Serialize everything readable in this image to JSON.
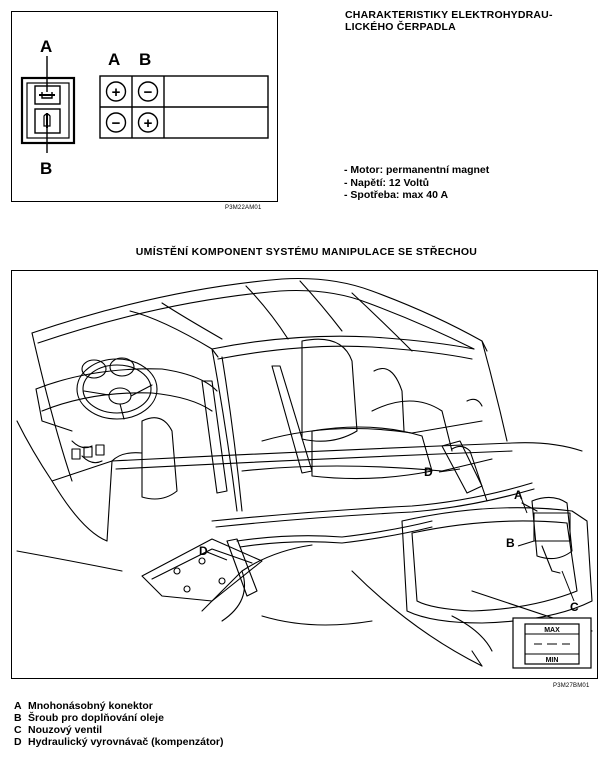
{
  "connector": {
    "label_a": "A",
    "label_b": "B",
    "col_a": "A",
    "col_b": "B",
    "row1": [
      "+",
      "−"
    ],
    "row2": [
      "−",
      "+"
    ],
    "code": "P3M22AM01"
  },
  "pump": {
    "title": "CHARAKTERISTIKY  ELEKTROHYDRAU-LICKÉHO ČERPADLA",
    "title_line1": "CHARAKTERISTIKY  ELEKTROHYDRAU-",
    "title_line2": "LICKÉHO ČERPADLA",
    "specs": [
      "- Motor: permanentní magnet",
      "- Napětí: 12 Voltů",
      "- Spotřeba: max 40 A"
    ]
  },
  "section_title": "UMÍSTĚNÍ KOMPONENT SYSTÉMU MANIPULACE SE STŘECHOU",
  "diagram": {
    "callouts": [
      "D",
      "A",
      "B",
      "C",
      "D"
    ],
    "reservoir": {
      "max": "MAX",
      "min": "MIN"
    },
    "code": "P3M27BM01"
  },
  "legend": [
    {
      "key": "A",
      "text": "Mnohonásobný konektor"
    },
    {
      "key": "B",
      "text": "Šroub pro doplňování oleje"
    },
    {
      "key": "C",
      "text": "Nouzový ventil"
    },
    {
      "key": "D",
      "text": "Hydraulický vyrovnávač (kompenzátor)"
    }
  ]
}
